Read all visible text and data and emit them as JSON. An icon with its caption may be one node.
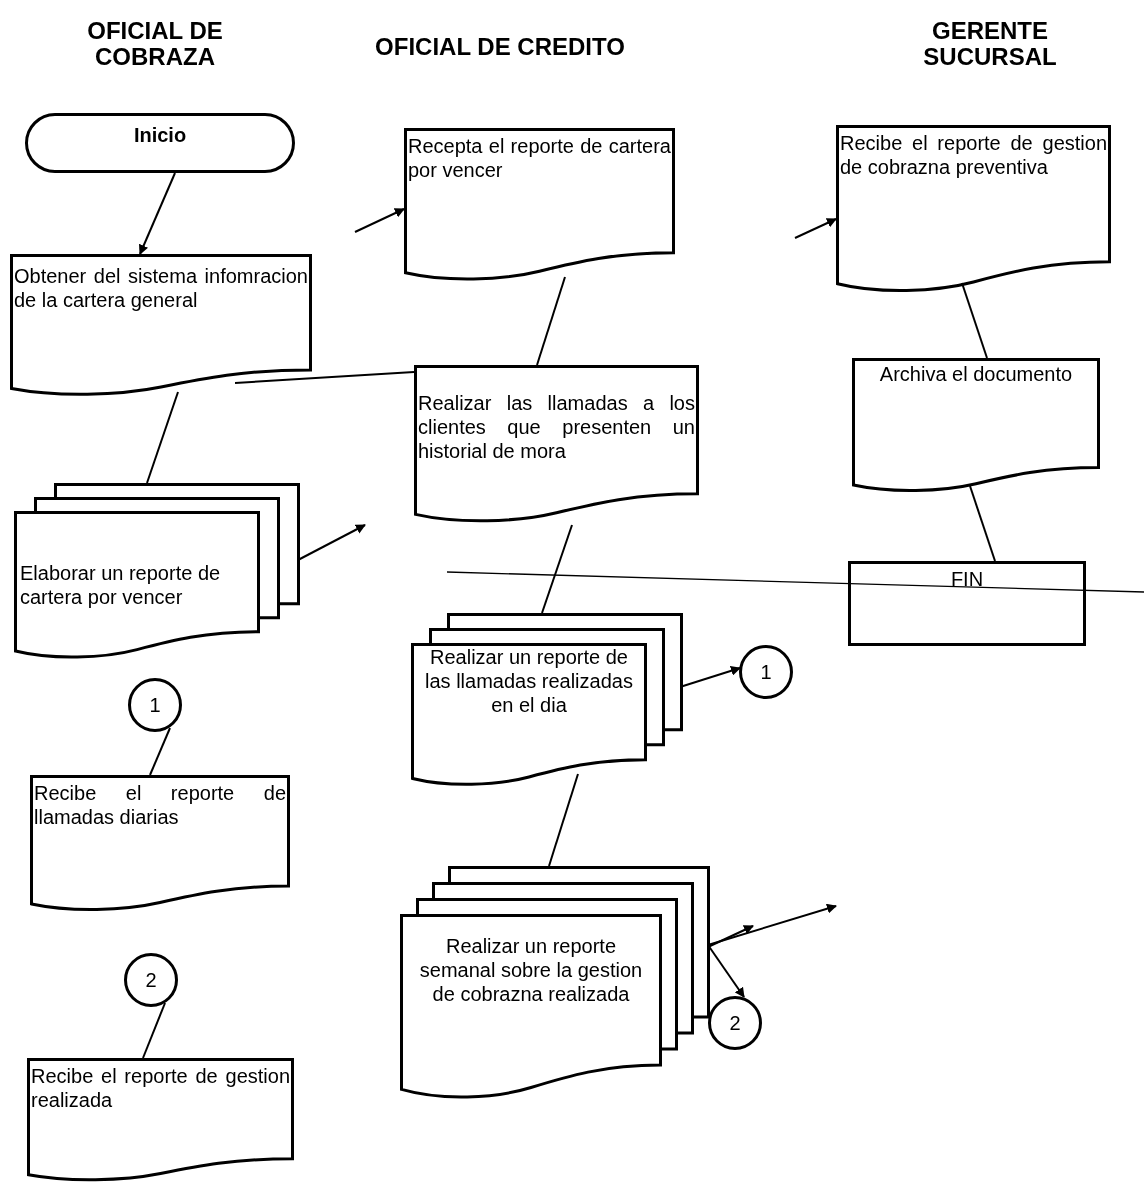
{
  "diagram": {
    "nodes": [
      {
        "text": [
          "Inicio"
        ]
      },
      {
        "text": [
          "Obtener del sistema infomracion de la cartera general"
        ]
      },
      {
        "text": [
          "Elaborar un reporte de cartera por vencer"
        ]
      },
      {
        "text": [
          "1"
        ]
      },
      {
        "text": [
          "Recibe el reporte de llamadas diarias"
        ]
      },
      {
        "text": [
          "2"
        ]
      },
      {
        "text": [
          "Recibe el reporte de gestion realizada"
        ]
      },
      {
        "text": [
          "Recepta el reporte de cartera por vencer"
        ]
      },
      {
        "text": [
          "Realizar las llamadas a los clientes que presenten un historial de mora"
        ]
      },
      {
        "text": [
          "Realizar un reporte de las llamadas realizadas en el dia"
        ]
      },
      {
        "text": [
          "1"
        ]
      },
      {
        "text": [
          "Realizar un reporte semanal sobre la gestion de cobrazna realizada"
        ]
      },
      {
        "text": [
          "2"
        ]
      },
      {
        "text": [
          "Recibe el reporte de gestion de cobrazna preventiva"
        ]
      },
      {
        "text": [
          "Archiva el documento"
        ]
      },
      {
        "text": [
          "FIN"
        ]
      }
    ],
    "edges": [
      {
        "from": 0,
        "to": 1,
        "arrow": "to"
      },
      {
        "from": 1,
        "to": 2,
        "arrow": "none"
      },
      {
        "from": 1,
        "to": 8,
        "arrow": "none"
      },
      {
        "from": 2,
        "to": null,
        "arrow": "to"
      },
      {
        "from": null,
        "to": 7,
        "arrow": "to"
      },
      {
        "from": 7,
        "to": 8,
        "arrow": "none"
      },
      {
        "from": 8,
        "to": 9,
        "arrow": "none"
      },
      {
        "from": 9,
        "to": 10,
        "arrow": "to"
      },
      {
        "from": 3,
        "to": 4,
        "arrow": "none"
      },
      {
        "from": 5,
        "to": 6,
        "arrow": "none"
      },
      {
        "from": 9,
        "to": 11,
        "arrow": "none"
      },
      {
        "from": 11,
        "to": null,
        "arrow": "to"
      },
      {
        "from": 11,
        "to": null,
        "arrow": "to"
      },
      {
        "from": 11,
        "to": 12,
        "arrow": "to"
      },
      {
        "from": null,
        "to": 13,
        "arrow": "to"
      },
      {
        "from": 13,
        "to": 14,
        "arrow": "none"
      },
      {
        "from": 14,
        "to": 15,
        "arrow": "none"
      }
    ],
    "labels": [
      "OFICIAL DE COBRAZA",
      "OFICIAL DE CREDITO",
      "GERENTE SUCURSAL"
    ]
  }
}
